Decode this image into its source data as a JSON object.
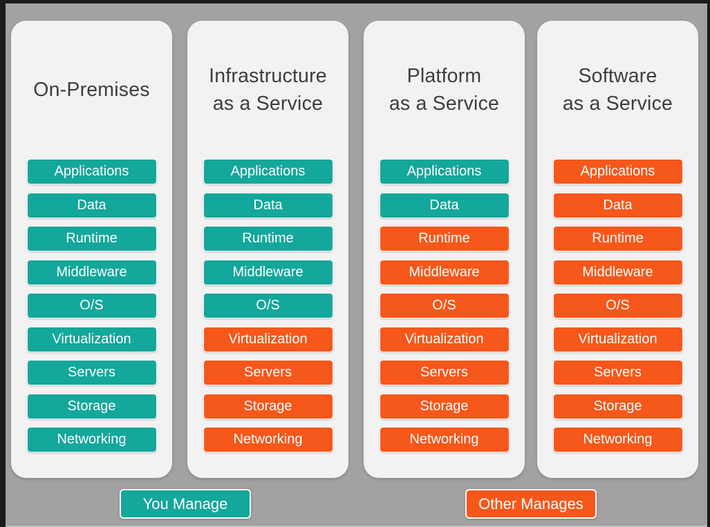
{
  "palette": {
    "background": "#a2a2a2",
    "frame_border": "#1b1b1b",
    "column_background": "#f2f2f2",
    "title_text": "#3e3e3e",
    "chip_text": "#ffffff",
    "you_manage_color": "#14a79b",
    "other_manages_color": "#f6571a"
  },
  "columns": [
    {
      "key": "on-premises",
      "title_lines": [
        "On-Premises"
      ],
      "layers": [
        {
          "label": "Applications",
          "managed": "you"
        },
        {
          "label": "Data",
          "managed": "you"
        },
        {
          "label": "Runtime",
          "managed": "you"
        },
        {
          "label": "Middleware",
          "managed": "you"
        },
        {
          "label": "O/S",
          "managed": "you"
        },
        {
          "label": "Virtualization",
          "managed": "you"
        },
        {
          "label": "Servers",
          "managed": "you"
        },
        {
          "label": "Storage",
          "managed": "you"
        },
        {
          "label": "Networking",
          "managed": "you"
        }
      ]
    },
    {
      "key": "iaas",
      "title_lines": [
        "Infrastructure",
        "as a Service"
      ],
      "layers": [
        {
          "label": "Applications",
          "managed": "you"
        },
        {
          "label": "Data",
          "managed": "you"
        },
        {
          "label": "Runtime",
          "managed": "you"
        },
        {
          "label": "Middleware",
          "managed": "you"
        },
        {
          "label": "O/S",
          "managed": "you"
        },
        {
          "label": "Virtualization",
          "managed": "other"
        },
        {
          "label": "Servers",
          "managed": "other"
        },
        {
          "label": "Storage",
          "managed": "other"
        },
        {
          "label": "Networking",
          "managed": "other"
        }
      ]
    },
    {
      "key": "paas",
      "title_lines": [
        "Platform",
        "as a Service"
      ],
      "layers": [
        {
          "label": "Applications",
          "managed": "you"
        },
        {
          "label": "Data",
          "managed": "you"
        },
        {
          "label": "Runtime",
          "managed": "other"
        },
        {
          "label": "Middleware",
          "managed": "other"
        },
        {
          "label": "O/S",
          "managed": "other"
        },
        {
          "label": "Virtualization",
          "managed": "other"
        },
        {
          "label": "Servers",
          "managed": "other"
        },
        {
          "label": "Storage",
          "managed": "other"
        },
        {
          "label": "Networking",
          "managed": "other"
        }
      ]
    },
    {
      "key": "saas",
      "title_lines": [
        "Software",
        "as a Service"
      ],
      "layers": [
        {
          "label": "Applications",
          "managed": "other"
        },
        {
          "label": "Data",
          "managed": "other"
        },
        {
          "label": "Runtime",
          "managed": "other"
        },
        {
          "label": "Middleware",
          "managed": "other"
        },
        {
          "label": "O/S",
          "managed": "other"
        },
        {
          "label": "Virtualization",
          "managed": "other"
        },
        {
          "label": "Servers",
          "managed": "other"
        },
        {
          "label": "Storage",
          "managed": "other"
        },
        {
          "label": "Networking",
          "managed": "other"
        }
      ]
    }
  ],
  "legend": {
    "you_manage": "You Manage",
    "other_manages": "Other Manages"
  }
}
